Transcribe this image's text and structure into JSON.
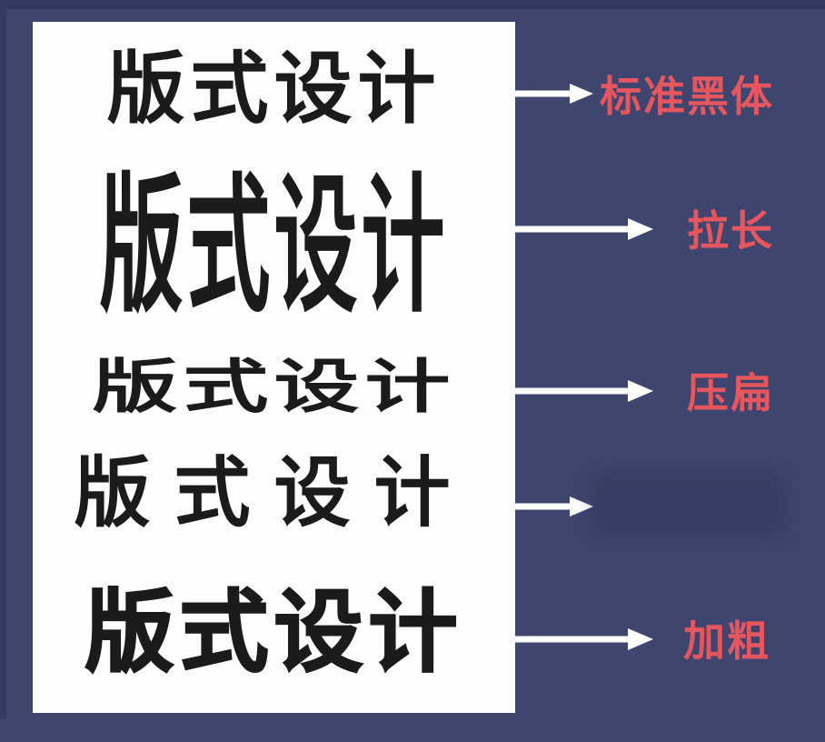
{
  "colors": {
    "background": "#3e466f",
    "edge_band": "#323963",
    "card_background": "#fdfdfd",
    "sample_text": "#1b1b1b",
    "label": "#e5565e",
    "arrow": "#ffffff"
  },
  "card": {
    "samples": [
      {
        "text": "版式设计",
        "style_name": "standard"
      },
      {
        "text": "版式设计",
        "style_name": "stretched"
      },
      {
        "text": "版式设计",
        "style_name": "flattened"
      },
      {
        "text": "版式设计",
        "style_name": "letter-spaced"
      },
      {
        "text": "版式设计",
        "style_name": "bold"
      }
    ]
  },
  "annotations": {
    "items": [
      {
        "label": "标准黑体"
      },
      {
        "label": "拉长"
      },
      {
        "label": "压扁"
      },
      {
        "label": ""
      },
      {
        "label": "加粗"
      }
    ]
  }
}
